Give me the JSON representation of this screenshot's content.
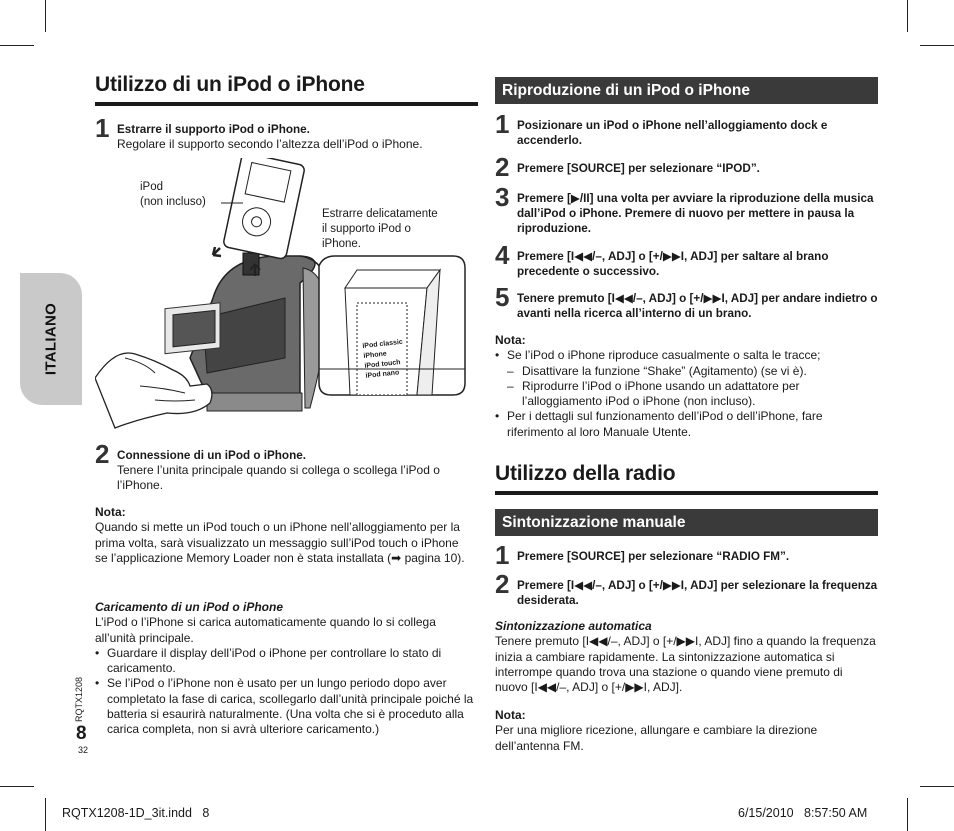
{
  "side_tab": "ITALIANO",
  "page_number": "8",
  "page_sub_code": "RQTX1208",
  "page_sub_number": "32",
  "footer": {
    "file": "RQTX1208-1D_3it.indd   8",
    "date": "6/15/2010   8:57:50 AM"
  },
  "left": {
    "title": "Utilizzo di un iPod o iPhone",
    "step1": {
      "num": "1",
      "title": "Estrarre il supporto iPod o iPhone.",
      "text": "Regolare il supporto secondo l’altezza dell’iPod o iPhone."
    },
    "illustration": {
      "label_ipod_1": "iPod",
      "label_ipod_2": "(non incluso)",
      "label_extract_1": "Estrarre delicatamente",
      "label_extract_2": "il supporto iPod o",
      "label_extract_3": "iPhone.",
      "dock_labels": [
        "iPod classic",
        "iPhone",
        "iPod touch",
        "iPod nano"
      ]
    },
    "step2": {
      "num": "2",
      "title": "Connessione di un iPod o iPhone.",
      "text": "Tenere l’unita principale quando si collega o scollega l’iPod o l’iPhone."
    },
    "nota_label": "Nota:",
    "nota_text": "Quando si mette un iPod touch o un iPhone nell’alloggiamento per la prima volta, sarà visualizzato un messaggio sull’iPod touch o iPhone se l’applicazione Memory Loader non è stata installata (",
    "nota_ref": "pagina 10).",
    "charging_heading": "Caricamento di un iPod o iPhone",
    "charging_text": "L’iPod o l’iPhone si carica automaticamente quando lo si collega all’unità principale.",
    "charging_bullets": [
      "Guardare il display dell’iPod o iPhone per controllare lo stato di caricamento.",
      "Se l’iPod o l’iPhone non è usato per un lungo periodo dopo aver completato la fase di carica, scollegarlo dall’unità principale poiché la batteria si esaurirà naturalmente. (Una volta che si è proceduto alla carica completa, non si avrà ulteriore caricamento.)"
    ]
  },
  "right": {
    "playback_heading": "Riproduzione di un iPod o iPhone",
    "playback_steps": [
      {
        "num": "1",
        "text": "Posizionare un iPod o iPhone nell’alloggiamento dock e accenderlo."
      },
      {
        "num": "2",
        "text": "Premere [SOURCE] per selezionare “IPOD”."
      },
      {
        "num": "3",
        "text": "Premere [▶/II] una volta per avviare la riproduzione della musica dall’iPod o iPhone. Premere di nuovo per mettere in pausa la riproduzione."
      },
      {
        "num": "4",
        "text": "Premere [I◀◀/–, ADJ] o [+/▶▶I, ADJ] per saltare al brano precedente o successivo."
      },
      {
        "num": "5",
        "text": "Tenere premuto [I◀◀/–, ADJ] o [+/▶▶I, ADJ] per andare indietro o avanti nella ricerca all’interno di un brano."
      }
    ],
    "nota_label": "Nota:",
    "nota_bullet1": "Se l’iPod o iPhone riproduce casualmente o salta le tracce;",
    "nota_dashes": [
      "Disattivare la funzione “Shake” (Agitamento) (se vi è).",
      "Riprodurre l’iPod o iPhone usando un adattatore per l’alloggiamento iPod o iPhone (non incluso)."
    ],
    "nota_bullet2": "Per i dettagli sul funzionamento dell’iPod o dell’iPhone, fare riferimento al loro Manuale Utente.",
    "radio_title": "Utilizzo della radio",
    "tuning_heading": "Sintonizzazione manuale",
    "tuning_steps": [
      {
        "num": "1",
        "text": "Premere [SOURCE] per selezionare “RADIO FM”."
      },
      {
        "num": "2",
        "text": "Premere [I◀◀/–, ADJ] o [+/▶▶I, ADJ] per selezionare la frequenza desiderata."
      }
    ],
    "auto_heading": "Sintonizzazione automatica",
    "auto_text": "Tenere premuto [I◀◀/–, ADJ] o [+/▶▶I, ADJ] fino a quando la frequenza inizia a cambiare rapidamente. La sintonizzazione automatica si interrompe quando trova una stazione o quando viene premuto di nuovo [I◀◀/–, ADJ] o [+/▶▶I, ADJ].",
    "nota2_label": "Nota:",
    "nota2_text": "Per una migliore ricezione, allungare e cambiare la direzione dell’antenna FM."
  }
}
